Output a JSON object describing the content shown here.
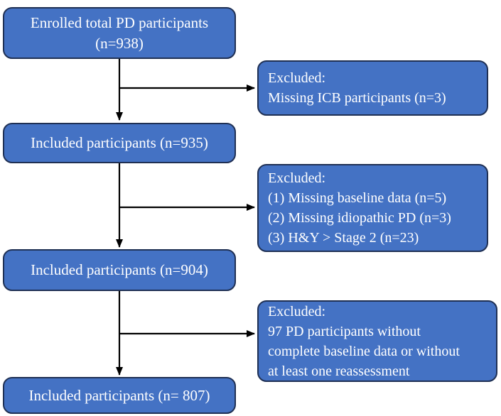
{
  "flowchart": {
    "colors": {
      "box_fill": "#4472C4",
      "box_border": "#1f3054",
      "text": "#ffffff",
      "arrow": "#000000",
      "background": "#ffffff"
    },
    "nodes": {
      "enrolled": {
        "lines": [
          "Enrolled total PD participants",
          "(n=938)"
        ]
      },
      "included1": {
        "lines": [
          "Included participants (n=935)"
        ]
      },
      "included2": {
        "lines": [
          "Included participants (n=904)"
        ]
      },
      "included3": {
        "lines": [
          "Included participants (n= 807)"
        ]
      },
      "excluded1": {
        "lines": [
          "Excluded:",
          "Missing ICB participants (n=3)"
        ]
      },
      "excluded2": {
        "lines": [
          "Excluded:",
          "(1) Missing baseline data (n=5)",
          "(2) Missing idiopathic PD (n=3)",
          "(3) H&Y > Stage 2 (n=23)"
        ]
      },
      "excluded3": {
        "lines": [
          "Excluded:",
          "97 PD participants without",
          "complete baseline data or without",
          "at least one reassessment"
        ]
      }
    }
  }
}
